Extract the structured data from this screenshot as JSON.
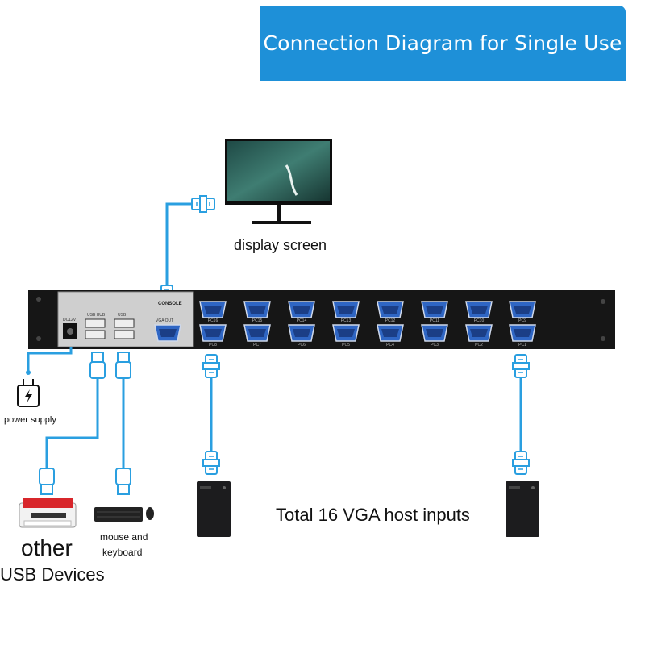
{
  "title": "Connection Diagram for Single Use",
  "labels": {
    "display": "display screen",
    "power": "power supply",
    "other_line1": "other",
    "other_line2": "USB Devices",
    "mouse_line1": "mouse and",
    "mouse_line2": "keyboard",
    "total": "Total 16 VGA host inputs"
  },
  "device": {
    "console_label": "CONSOLE",
    "usb_hub_label": "USB HUB",
    "usb_label": "USB",
    "vga_out_label": "VGA OUT",
    "dc_label": "DC12V",
    "top_ports": [
      "PC16",
      "PC15",
      "PC14",
      "PC13",
      "PC12",
      "PC11",
      "PC10",
      "PC9"
    ],
    "bottom_ports": [
      "PC8",
      "PC7",
      "PC6",
      "PC5",
      "PC4",
      "PC3",
      "PC2",
      "PC1"
    ]
  },
  "colors": {
    "banner": "#1e90d8",
    "cable": "#2a9fe0",
    "device_body": "#161616",
    "vga_port": "#2f66c4"
  },
  "icons": [
    "monitor-icon",
    "vga-connector-icon",
    "usb-plug-icon",
    "power-adapter-icon",
    "printer-icon",
    "keyboard-icon",
    "mouse-icon",
    "pc-tower-icon"
  ]
}
